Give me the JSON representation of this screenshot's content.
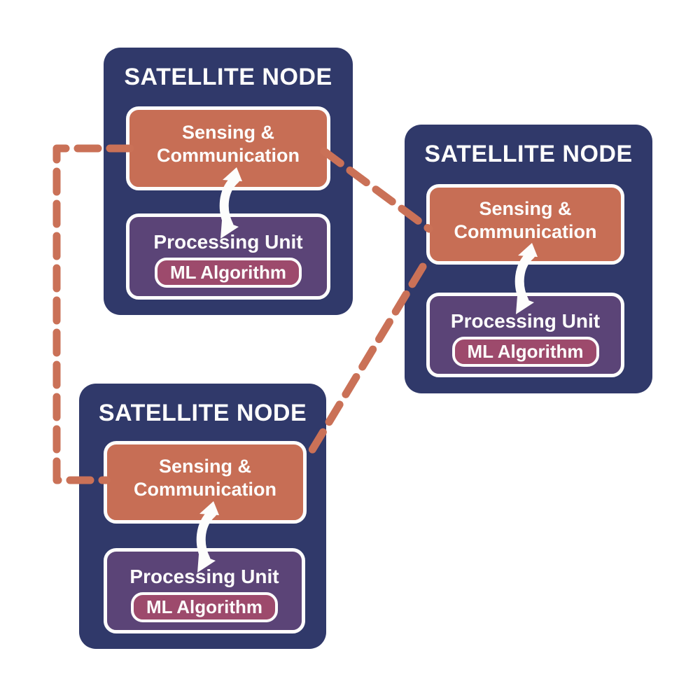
{
  "diagram": {
    "description_colors": {
      "background": "#ffffff",
      "node_fill": "#30396a",
      "sensing_fill": "#c76e55",
      "processing_fill": "#5b4477",
      "ml_fill": "#9d4a6c",
      "link_dash": "#ca7157",
      "text": "#fdfdfc"
    },
    "nodes": [
      {
        "title": "SATELLITE NODE",
        "sensing": {
          "line1": "Sensing &",
          "line2": "Communication"
        },
        "processing": {
          "label": "Processing Unit",
          "ml_label": "ML Algorithm"
        }
      },
      {
        "title": "SATELLITE NODE",
        "sensing": {
          "line1": "Sensing &",
          "line2": "Communication"
        },
        "processing": {
          "label": "Processing Unit",
          "ml_label": "ML Algorithm"
        }
      },
      {
        "title": "SATELLITE NODE",
        "sensing": {
          "line1": "Sensing &",
          "line2": "Communication"
        },
        "processing": {
          "label": "Processing Unit",
          "ml_label": "ML Algorithm"
        }
      }
    ],
    "connections": [
      {
        "from": "satellite-node-1",
        "to": "satellite-node-3",
        "style": "dashed"
      },
      {
        "from": "satellite-node-1",
        "to": "satellite-node-2",
        "style": "dashed"
      },
      {
        "from": "satellite-node-2",
        "to": "satellite-node-3",
        "style": "dashed"
      }
    ],
    "internal_links": [
      {
        "within": "each-node",
        "from": "Sensing & Communication",
        "to": "Processing Unit",
        "style": "bidirectional-arrow"
      }
    ]
  }
}
